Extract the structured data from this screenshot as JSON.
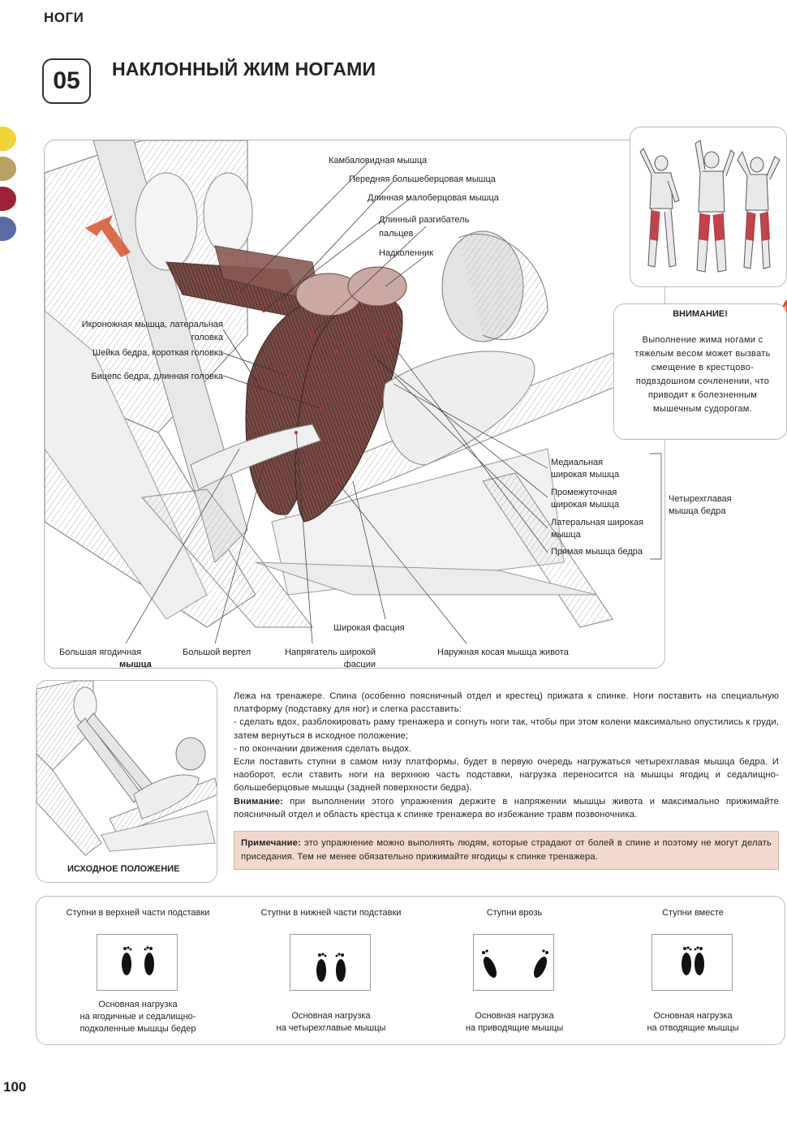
{
  "section": "НОГИ",
  "exercise": {
    "number": "05",
    "title": "НАКЛОННЫЙ ЖИМ НОГАМИ"
  },
  "colors": {
    "yellow": "#f2d335",
    "tan": "#b7a060",
    "maroon": "#9b2335",
    "blue": "#5a6aa6",
    "note_bg": "#f3d9cd",
    "muscle_red": "#c0303a"
  },
  "labels": {
    "soleus": "Камбаловидная мышца",
    "tibialis_anterior": "Передняя большеберцовая мышца",
    "peroneus_longus": "Длинная малоберцовая мышца",
    "ext_digitorum_1": "Длинный разгибатель",
    "ext_digitorum_2": "пальцев",
    "patella": "Надколенник",
    "gastroc_1": "Икроножная мышца, латеральная",
    "gastroc_2": "головка",
    "biceps_short": "Шейка бедра, короткая головка",
    "biceps_long": "Бицепс бедра, длинная головка",
    "vastus_medialis_1": "Медиальная",
    "vastus_medialis_2": "широкая мышца",
    "vastus_inter_1": "Промежуточная",
    "vastus_inter_2": "широкая мышца",
    "vastus_lat_1": "Латеральная широкая",
    "vastus_lat_2": "мышца",
    "rectus_femoris": "Прямая мышца бедра",
    "quadriceps_1": "Четырехглавая",
    "quadriceps_2": "мышца бедра",
    "fascia_lata": "Широкая фасция",
    "glute_max_1": "Большая ягодичная",
    "glute_max_2": "мышца",
    "trochanter": "Большой вертел",
    "tfl_1": "Напрягатель широкой",
    "tfl_2": "фасции",
    "ext_oblique": "Наружная косая мышца живота"
  },
  "warning": {
    "title": "ВНИМАНИЕ!",
    "text": "Выполнение жима ногами с тяжелым весом может вызвать смещение в крестцово-подвздошном сочленении, что приводит к болезненным мышечным судорогам."
  },
  "start_position": "ИСХОДНОЕ ПОЛОЖЕНИЕ",
  "description": {
    "p1": "Лежа на тренажере. Спина (особенно поясничный отдел и крестец) прижата к спинке. Ноги поставить на специальную платформу (подставку для ног) и слегка расставить:",
    "p2": "- сделать вдох, разблокировать раму тренажера и согнуть ноги так, чтобы при этом колени максимально опустились к груди, затем вернуться в исходное положение;",
    "p3": "- по окончании движения сделать выдох.",
    "p4": "Если поставить ступни в самом низу платформы, будет в первую очередь нагружаться четырехглавая мышца бедра. И наоборот, если ставить ноги на верхнюю часть подставки, нагрузка переносится на мышцы ягодиц и седалищно-большеберцовые мышцы (задней поверхности бедра).",
    "attention_label": "Внимание:",
    "attention_text": " при выполнении этого упражнения держите в напряжении мышцы живота и максимально прижимайте поясничный отдел и область крестца к спинке тренажера во избежание травм позвоночника."
  },
  "note": {
    "label": "Примечание:",
    "text": " это упражнение можно выполнять людям, которые страдают от болей в спине и поэтому не могут делать приседания. Тем не менее обязательно прижимайте ягодицы к спинке тренажера."
  },
  "feet": [
    {
      "title": "Ступни в верхней части подставки",
      "line1": "Основная нагрузка",
      "line2": "на ягодичные и седалищно-",
      "line3": "подколенные мышцы бедер"
    },
    {
      "title": "Ступни в нижней части подставки",
      "line1": "Основная нагрузка",
      "line2": "на четырехглавые мышцы",
      "line3": ""
    },
    {
      "title": "Ступни врозь",
      "line1": "Основная нагрузка",
      "line2": "на приводящие мышцы",
      "line3": ""
    },
    {
      "title": "Ступни вместе",
      "line1": "Основная нагрузка",
      "line2": "на отводящие мышцы",
      "line3": ""
    }
  ],
  "page_number": "100"
}
